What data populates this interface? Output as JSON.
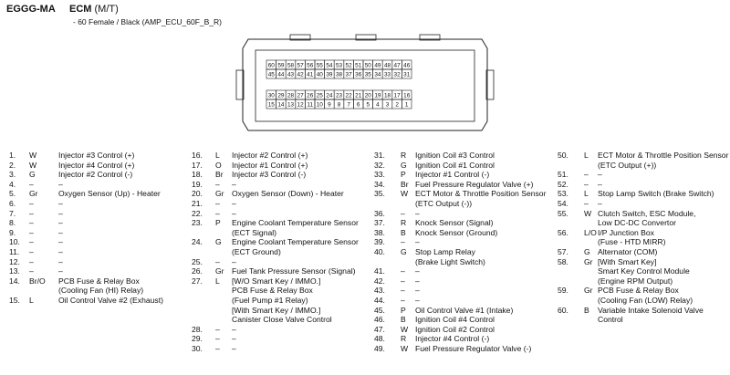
{
  "header": {
    "code": "EGGG-MA",
    "title_main": "ECM",
    "title_suffix": "(M/T)",
    "subtitle": "- 60 Female / Black (AMP_ECU_60F_B_R)"
  },
  "connector": {
    "row1": [
      "60",
      "59",
      "58",
      "57",
      "56",
      "55",
      "54",
      "53",
      "52",
      "51",
      "50",
      "49",
      "48",
      "47",
      "46"
    ],
    "row2": [
      "45",
      "44",
      "43",
      "42",
      "41",
      "40",
      "39",
      "38",
      "37",
      "36",
      "35",
      "34",
      "33",
      "32",
      "31"
    ],
    "row3": [
      "30",
      "29",
      "28",
      "27",
      "26",
      "25",
      "24",
      "23",
      "22",
      "21",
      "20",
      "19",
      "18",
      "17",
      "16"
    ],
    "row4": [
      "15",
      "14",
      "13",
      "12",
      "11",
      "10",
      "9",
      "8",
      "7",
      "6",
      "5",
      "4",
      "3",
      "2",
      "1"
    ]
  },
  "pins": [
    {
      "col": 0,
      "line": 0,
      "pin": "1.",
      "wire": "W",
      "desc": [
        "Injector #3 Control (+)"
      ]
    },
    {
      "col": 0,
      "line": 1,
      "pin": "2.",
      "wire": "W",
      "desc": [
        "Injector #4 Control (+)"
      ]
    },
    {
      "col": 0,
      "line": 2,
      "pin": "3.",
      "wire": "G",
      "desc": [
        "Injector #2 Control (-)"
      ]
    },
    {
      "col": 0,
      "line": 3,
      "pin": "4.",
      "wire": "–",
      "desc": [
        "–"
      ]
    },
    {
      "col": 0,
      "line": 4,
      "pin": "5.",
      "wire": "Gr",
      "desc": [
        "Oxygen Sensor (Up) - Heater"
      ]
    },
    {
      "col": 0,
      "line": 5,
      "pin": "6.",
      "wire": "–",
      "desc": [
        "–"
      ]
    },
    {
      "col": 0,
      "line": 6,
      "pin": "7.",
      "wire": "–",
      "desc": [
        "–"
      ]
    },
    {
      "col": 0,
      "line": 7,
      "pin": "8.",
      "wire": "–",
      "desc": [
        "–"
      ]
    },
    {
      "col": 0,
      "line": 8,
      "pin": "9.",
      "wire": "–",
      "desc": [
        "–"
      ]
    },
    {
      "col": 0,
      "line": 9,
      "pin": "10.",
      "wire": "–",
      "desc": [
        "–"
      ]
    },
    {
      "col": 0,
      "line": 10,
      "pin": "11.",
      "wire": "–",
      "desc": [
        "–"
      ]
    },
    {
      "col": 0,
      "line": 11,
      "pin": "12.",
      "wire": "–",
      "desc": [
        "–"
      ]
    },
    {
      "col": 0,
      "line": 12,
      "pin": "13.",
      "wire": "–",
      "desc": [
        "–"
      ]
    },
    {
      "col": 0,
      "line": 13,
      "pin": "14.",
      "wire": "Br/O",
      "desc": [
        "PCB Fuse & Relay Box",
        "(Cooling Fan (HI) Relay)"
      ]
    },
    {
      "col": 0,
      "line": 15,
      "pin": "15.",
      "wire": "L",
      "desc": [
        "Oil Control Valve #2 (Exhaust)"
      ]
    },
    {
      "col": 1,
      "line": 0,
      "pin": "16.",
      "wire": "L",
      "desc": [
        "Injector #2 Control (+)"
      ]
    },
    {
      "col": 1,
      "line": 1,
      "pin": "17.",
      "wire": "O",
      "desc": [
        "Injector #1 Control (+)"
      ]
    },
    {
      "col": 1,
      "line": 2,
      "pin": "18.",
      "wire": "Br",
      "desc": [
        "Injector #3 Control (-)"
      ]
    },
    {
      "col": 1,
      "line": 3,
      "pin": "19.",
      "wire": "–",
      "desc": [
        "–"
      ]
    },
    {
      "col": 1,
      "line": 4,
      "pin": "20.",
      "wire": "Gr",
      "desc": [
        "Oxygen Sensor (Down) - Heater"
      ]
    },
    {
      "col": 1,
      "line": 5,
      "pin": "21.",
      "wire": "–",
      "desc": [
        "–"
      ]
    },
    {
      "col": 1,
      "line": 6,
      "pin": "22.",
      "wire": "–",
      "desc": [
        "–"
      ]
    },
    {
      "col": 1,
      "line": 7,
      "pin": "23.",
      "wire": "P",
      "desc": [
        "Engine Coolant Temperature Sensor",
        "(ECT Signal)"
      ]
    },
    {
      "col": 1,
      "line": 9,
      "pin": "24.",
      "wire": "G",
      "desc": [
        "Engine Coolant Temperature Sensor",
        "(ECT Ground)"
      ]
    },
    {
      "col": 1,
      "line": 11,
      "pin": "25.",
      "wire": "–",
      "desc": [
        "–"
      ]
    },
    {
      "col": 1,
      "line": 12,
      "pin": "26.",
      "wire": "Gr",
      "desc": [
        "Fuel Tank Pressure Sensor (Signal)"
      ]
    },
    {
      "col": 1,
      "line": 13,
      "pin": "27.",
      "wire": "L",
      "desc": [
        "[W/O Smart Key / IMMO.]",
        "PCB Fuse & Relay Box",
        "(Fuel Pump #1 Relay)",
        "[With Smart Key / IMMO.]",
        "Canister Close Valve Control"
      ]
    },
    {
      "col": 1,
      "line": 18,
      "pin": "28.",
      "wire": "–",
      "desc": [
        "–"
      ]
    },
    {
      "col": 1,
      "line": 19,
      "pin": "29.",
      "wire": "–",
      "desc": [
        "–"
      ]
    },
    {
      "col": 1,
      "line": 20,
      "pin": "30.",
      "wire": "–",
      "desc": [
        "–"
      ]
    },
    {
      "col": 2,
      "line": 0,
      "pin": "31.",
      "wire": "R",
      "desc": [
        "Ignition Coil #3 Control"
      ]
    },
    {
      "col": 2,
      "line": 1,
      "pin": "32.",
      "wire": "G",
      "desc": [
        "Ignition Coil #1 Control"
      ]
    },
    {
      "col": 2,
      "line": 2,
      "pin": "33.",
      "wire": "P",
      "desc": [
        "Injector #1 Control (-)"
      ]
    },
    {
      "col": 2,
      "line": 3,
      "pin": "34.",
      "wire": "Br",
      "desc": [
        "Fuel Pressure Regulator Valve (+)"
      ]
    },
    {
      "col": 2,
      "line": 4,
      "pin": "35.",
      "wire": "W",
      "desc": [
        "ECT Motor & Throttle Position Sensor",
        "(ETC Output (-))"
      ]
    },
    {
      "col": 2,
      "line": 6,
      "pin": "36.",
      "wire": "–",
      "desc": [
        "–"
      ]
    },
    {
      "col": 2,
      "line": 7,
      "pin": "37.",
      "wire": "R",
      "desc": [
        "Knock Sensor (Signal)"
      ]
    },
    {
      "col": 2,
      "line": 8,
      "pin": "38.",
      "wire": "B",
      "desc": [
        "Knock Sensor (Ground)"
      ]
    },
    {
      "col": 2,
      "line": 9,
      "pin": "39.",
      "wire": "–",
      "desc": [
        "–"
      ]
    },
    {
      "col": 2,
      "line": 10,
      "pin": "40.",
      "wire": "G",
      "desc": [
        "Stop Lamp Relay",
        "(Brake Light Switch)"
      ]
    },
    {
      "col": 2,
      "line": 12,
      "pin": "41.",
      "wire": "–",
      "desc": [
        "–"
      ]
    },
    {
      "col": 2,
      "line": 13,
      "pin": "42.",
      "wire": "–",
      "desc": [
        "–"
      ]
    },
    {
      "col": 2,
      "line": 14,
      "pin": "43.",
      "wire": "–",
      "desc": [
        "–"
      ]
    },
    {
      "col": 2,
      "line": 15,
      "pin": "44.",
      "wire": "–",
      "desc": [
        "–"
      ]
    },
    {
      "col": 2,
      "line": 16,
      "pin": "45.",
      "wire": "P",
      "desc": [
        "Oil Control Valve #1 (Intake)"
      ]
    },
    {
      "col": 2,
      "line": 17,
      "pin": "46.",
      "wire": "B",
      "desc": [
        "Ignition Coil #4 Control"
      ]
    },
    {
      "col": 2,
      "line": 18,
      "pin": "47.",
      "wire": "W",
      "desc": [
        "Ignition Coil #2 Control"
      ]
    },
    {
      "col": 2,
      "line": 19,
      "pin": "48.",
      "wire": "R",
      "desc": [
        "Injector #4 Control (-)"
      ]
    },
    {
      "col": 2,
      "line": 20,
      "pin": "49.",
      "wire": "W",
      "desc": [
        "Fuel Pressure Regulator Valve (-)"
      ]
    },
    {
      "col": 3,
      "line": 0,
      "pin": "50.",
      "wire": "L",
      "desc": [
        "ECT Motor & Throttle Position Sensor",
        "(ETC Output (+))"
      ]
    },
    {
      "col": 3,
      "line": 2,
      "pin": "51.",
      "wire": "–",
      "desc": [
        "–"
      ]
    },
    {
      "col": 3,
      "line": 3,
      "pin": "52.",
      "wire": "–",
      "desc": [
        "–"
      ]
    },
    {
      "col": 3,
      "line": 4,
      "pin": "53.",
      "wire": "L",
      "desc": [
        "Stop Lamp Switch (Brake Switch)"
      ]
    },
    {
      "col": 3,
      "line": 5,
      "pin": "54.",
      "wire": "–",
      "desc": [
        "–"
      ]
    },
    {
      "col": 3,
      "line": 6,
      "pin": "55.",
      "wire": "W",
      "desc": [
        "Clutch Switch, ESC Module,",
        "Low DC-DC Convertor"
      ]
    },
    {
      "col": 3,
      "line": 8,
      "pin": "56.",
      "wire": "L/O",
      "desc": [
        "I/P Junction Box",
        "(Fuse - HTD MIRR)"
      ]
    },
    {
      "col": 3,
      "line": 10,
      "pin": "57.",
      "wire": "G",
      "desc": [
        "Alternator (COM)"
      ]
    },
    {
      "col": 3,
      "line": 11,
      "pin": "58.",
      "wire": "Gr",
      "desc": [
        "[With Smart Key]",
        "Smart Key Control Module",
        "(Engine RPM Output)"
      ]
    },
    {
      "col": 3,
      "line": 14,
      "pin": "59.",
      "wire": "Gr",
      "desc": [
        "PCB Fuse & Relay Box",
        "(Cooling Fan (LOW) Relay)"
      ]
    },
    {
      "col": 3,
      "line": 16,
      "pin": "60.",
      "wire": "B",
      "desc": [
        "Variable Intake Solenoid Valve",
        "Control"
      ]
    }
  ]
}
